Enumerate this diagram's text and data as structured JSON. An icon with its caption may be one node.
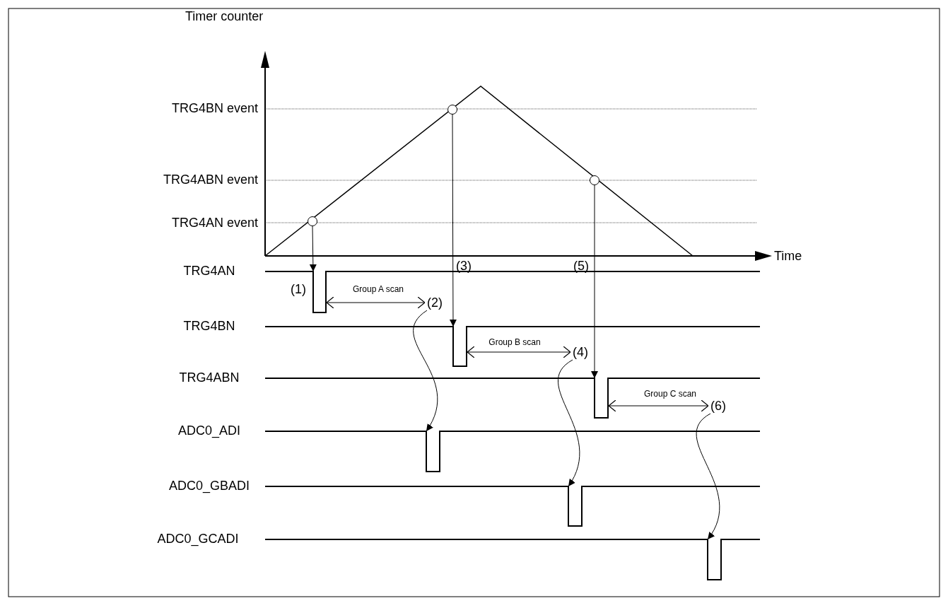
{
  "diagram": {
    "nodes": [
      {
        "text": [],
        "shape": "circle"
      },
      {
        "text": [],
        "shape": "circle"
      },
      {
        "text": [],
        "shape": "circle"
      },
      {
        "text": [
          "(2)"
        ]
      },
      {
        "text": [
          "(4)"
        ]
      },
      {
        "text": [
          "(6)"
        ]
      },
      {
        "text": [],
        "shape": "pulse"
      },
      {
        "text": [],
        "shape": "pulse"
      },
      {
        "text": [],
        "shape": "pulse"
      },
      {
        "text": [],
        "shape": "pulse"
      },
      {
        "text": [],
        "shape": "pulse"
      },
      {
        "text": [],
        "shape": "pulse"
      }
    ],
    "edges": [
      {
        "from": 0,
        "to": 6,
        "arrow": "to"
      },
      {
        "from": 1,
        "to": 7,
        "arrow": "to"
      },
      {
        "from": 2,
        "to": 8,
        "arrow": "to"
      },
      {
        "from": 3,
        "to": 9,
        "arrow": "to"
      },
      {
        "from": 4,
        "to": 10,
        "arrow": "to"
      },
      {
        "from": 5,
        "to": 11,
        "arrow": "to"
      },
      {
        "from": 6,
        "to": 3,
        "arrow": "both",
        "label": "Group A scan"
      },
      {
        "from": 7,
        "to": 4,
        "arrow": "both",
        "label": "Group B scan"
      },
      {
        "from": 8,
        "to": 5,
        "arrow": "both",
        "label": "Group C scan"
      }
    ],
    "labels": [
      "Timer counter",
      "TRG4BN event",
      "TRG4ABN event",
      "TRG4AN event",
      "Time",
      "TRG4AN",
      "(1)",
      "(3)",
      "(5)",
      "TRG4BN",
      "TRG4ABN",
      "ADC0_ADI",
      "ADC0_GBADI",
      "ADC0_GCADI"
    ]
  }
}
